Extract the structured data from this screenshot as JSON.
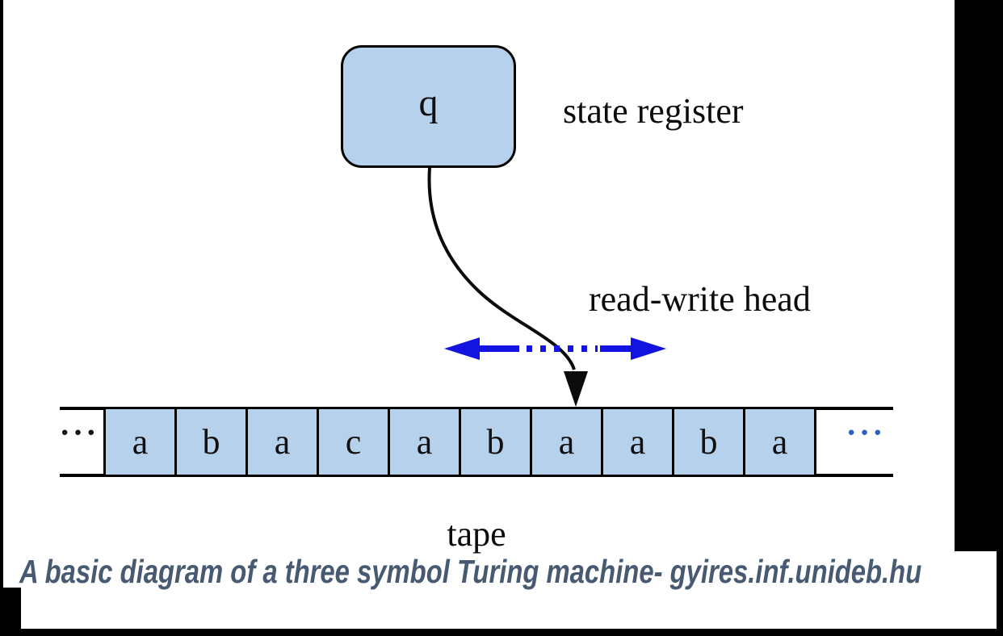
{
  "diagram": {
    "state_box_label": "q",
    "state_register_label": "state register",
    "read_write_head_label": "read-write head",
    "tape_label": "tape",
    "tape": {
      "ellipsis_left": "···",
      "ellipsis_right": "···",
      "cells": [
        "a",
        "b",
        "a",
        "c",
        "a",
        "b",
        "a",
        "a",
        "b",
        "a"
      ],
      "head_position_index": 6
    }
  },
  "caption": {
    "text": "A basic diagram of a three symbol Turing machine- gyires.inf.unideb.hu"
  },
  "colors": {
    "background": "#ffffff",
    "outline": "#000000",
    "cell_fill": "#b5d1ec",
    "head_arrow_blue": "#1414e0",
    "caption_text": "#475a72"
  }
}
